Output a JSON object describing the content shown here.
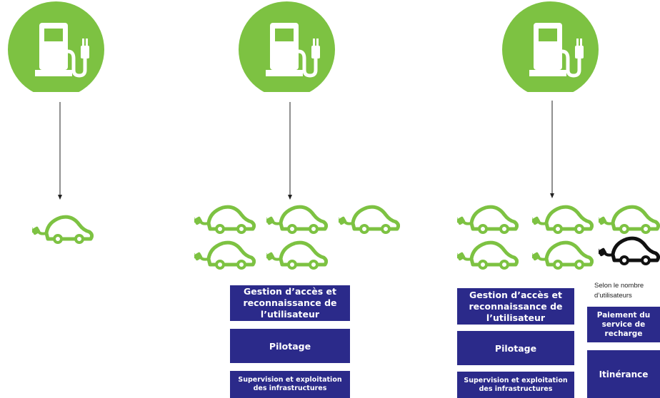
{
  "colors": {
    "green": "#7dc242",
    "navy": "#2b2a8a",
    "black": "#111111"
  },
  "icons": {
    "station": "charging-station-icon",
    "car": "electric-car-plug-icon"
  },
  "panel2": {
    "boxes": [
      "Gestion d’accès et reconnaissance de l’utilisateur",
      "Pilotage",
      "Supervision et exploitation des infrastructures"
    ]
  },
  "panel3": {
    "boxes": [
      "Gestion d’accès et reconnaissance de l’utilisateur",
      "Pilotage",
      "Supervision et exploitation des infrastructures"
    ],
    "note": "Selon le nombre d’utilisateurs",
    "side_boxes": [
      "Paiement du service de recharge",
      "Itinérance"
    ]
  }
}
